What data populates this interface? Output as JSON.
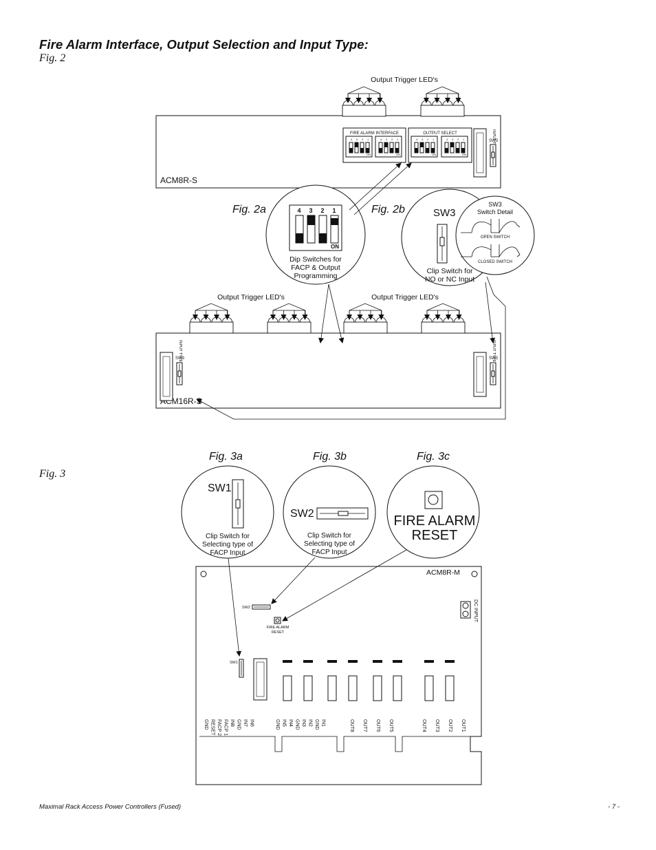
{
  "title": "Fire Alarm Interface, Output Selection and Input Type:",
  "fig2": {
    "label": "Fig. 2",
    "fig2a": "Fig. 2a",
    "fig2b": "Fig. 2b",
    "output_trigger_leds": "Output Trigger LED's",
    "fire_alarm_interface": "FIRE ALARM INTERFACE",
    "output_select": "OUTPUT SELECT",
    "input_type": "INPUT TYPE",
    "sw3": "SW3",
    "on": "ON",
    "dip_numbers": [
      "4",
      "3",
      "2",
      "1"
    ],
    "acm8r_s": "ACM8R-S",
    "acm16r_s": "ACM16R-S",
    "dip_caption": [
      "Dip Switches for",
      "FACP & Output",
      "Programming"
    ],
    "clip_caption": [
      "Clip Switch for",
      "NO or NC Input"
    ],
    "sw3_detail": [
      "SW3",
      "Switch Detail"
    ],
    "open_switch": "OPEN SWITCH",
    "closed_switch": "CLOSED SWITCH"
  },
  "fig3": {
    "label": "Fig. 3",
    "fig3a": "Fig. 3a",
    "fig3b": "Fig. 3b",
    "fig3c": "Fig. 3c",
    "sw1": "SW1",
    "sw2": "SW2",
    "clip_caption": [
      "Clip Switch for",
      "Selecting type of",
      "FACP Input"
    ],
    "fire_alarm_reset": [
      "FIRE ALARM",
      "RESET"
    ],
    "acm8r_m": "ACM8R-M",
    "dc_input": "DC INPUT",
    "terminals_left": [
      "GND",
      "RESET",
      "FACP 2",
      "FACP 1",
      "IN8",
      "GND",
      "IN7",
      "IN6"
    ],
    "terminals_mid": [
      "GND",
      "IN5",
      "IN4",
      "GND",
      "IN3",
      "IN2",
      "GND",
      "IN1"
    ],
    "terminals_out_a": [
      "OUT8",
      "OUT7",
      "OUT6",
      "OUT5"
    ],
    "terminals_out_b": [
      "OUT4",
      "OUT3",
      "OUT2",
      "OUT1"
    ]
  },
  "footer": {
    "left": "Maximal Rack Access Power Controllers (Fused)",
    "right": "- 7 -"
  }
}
